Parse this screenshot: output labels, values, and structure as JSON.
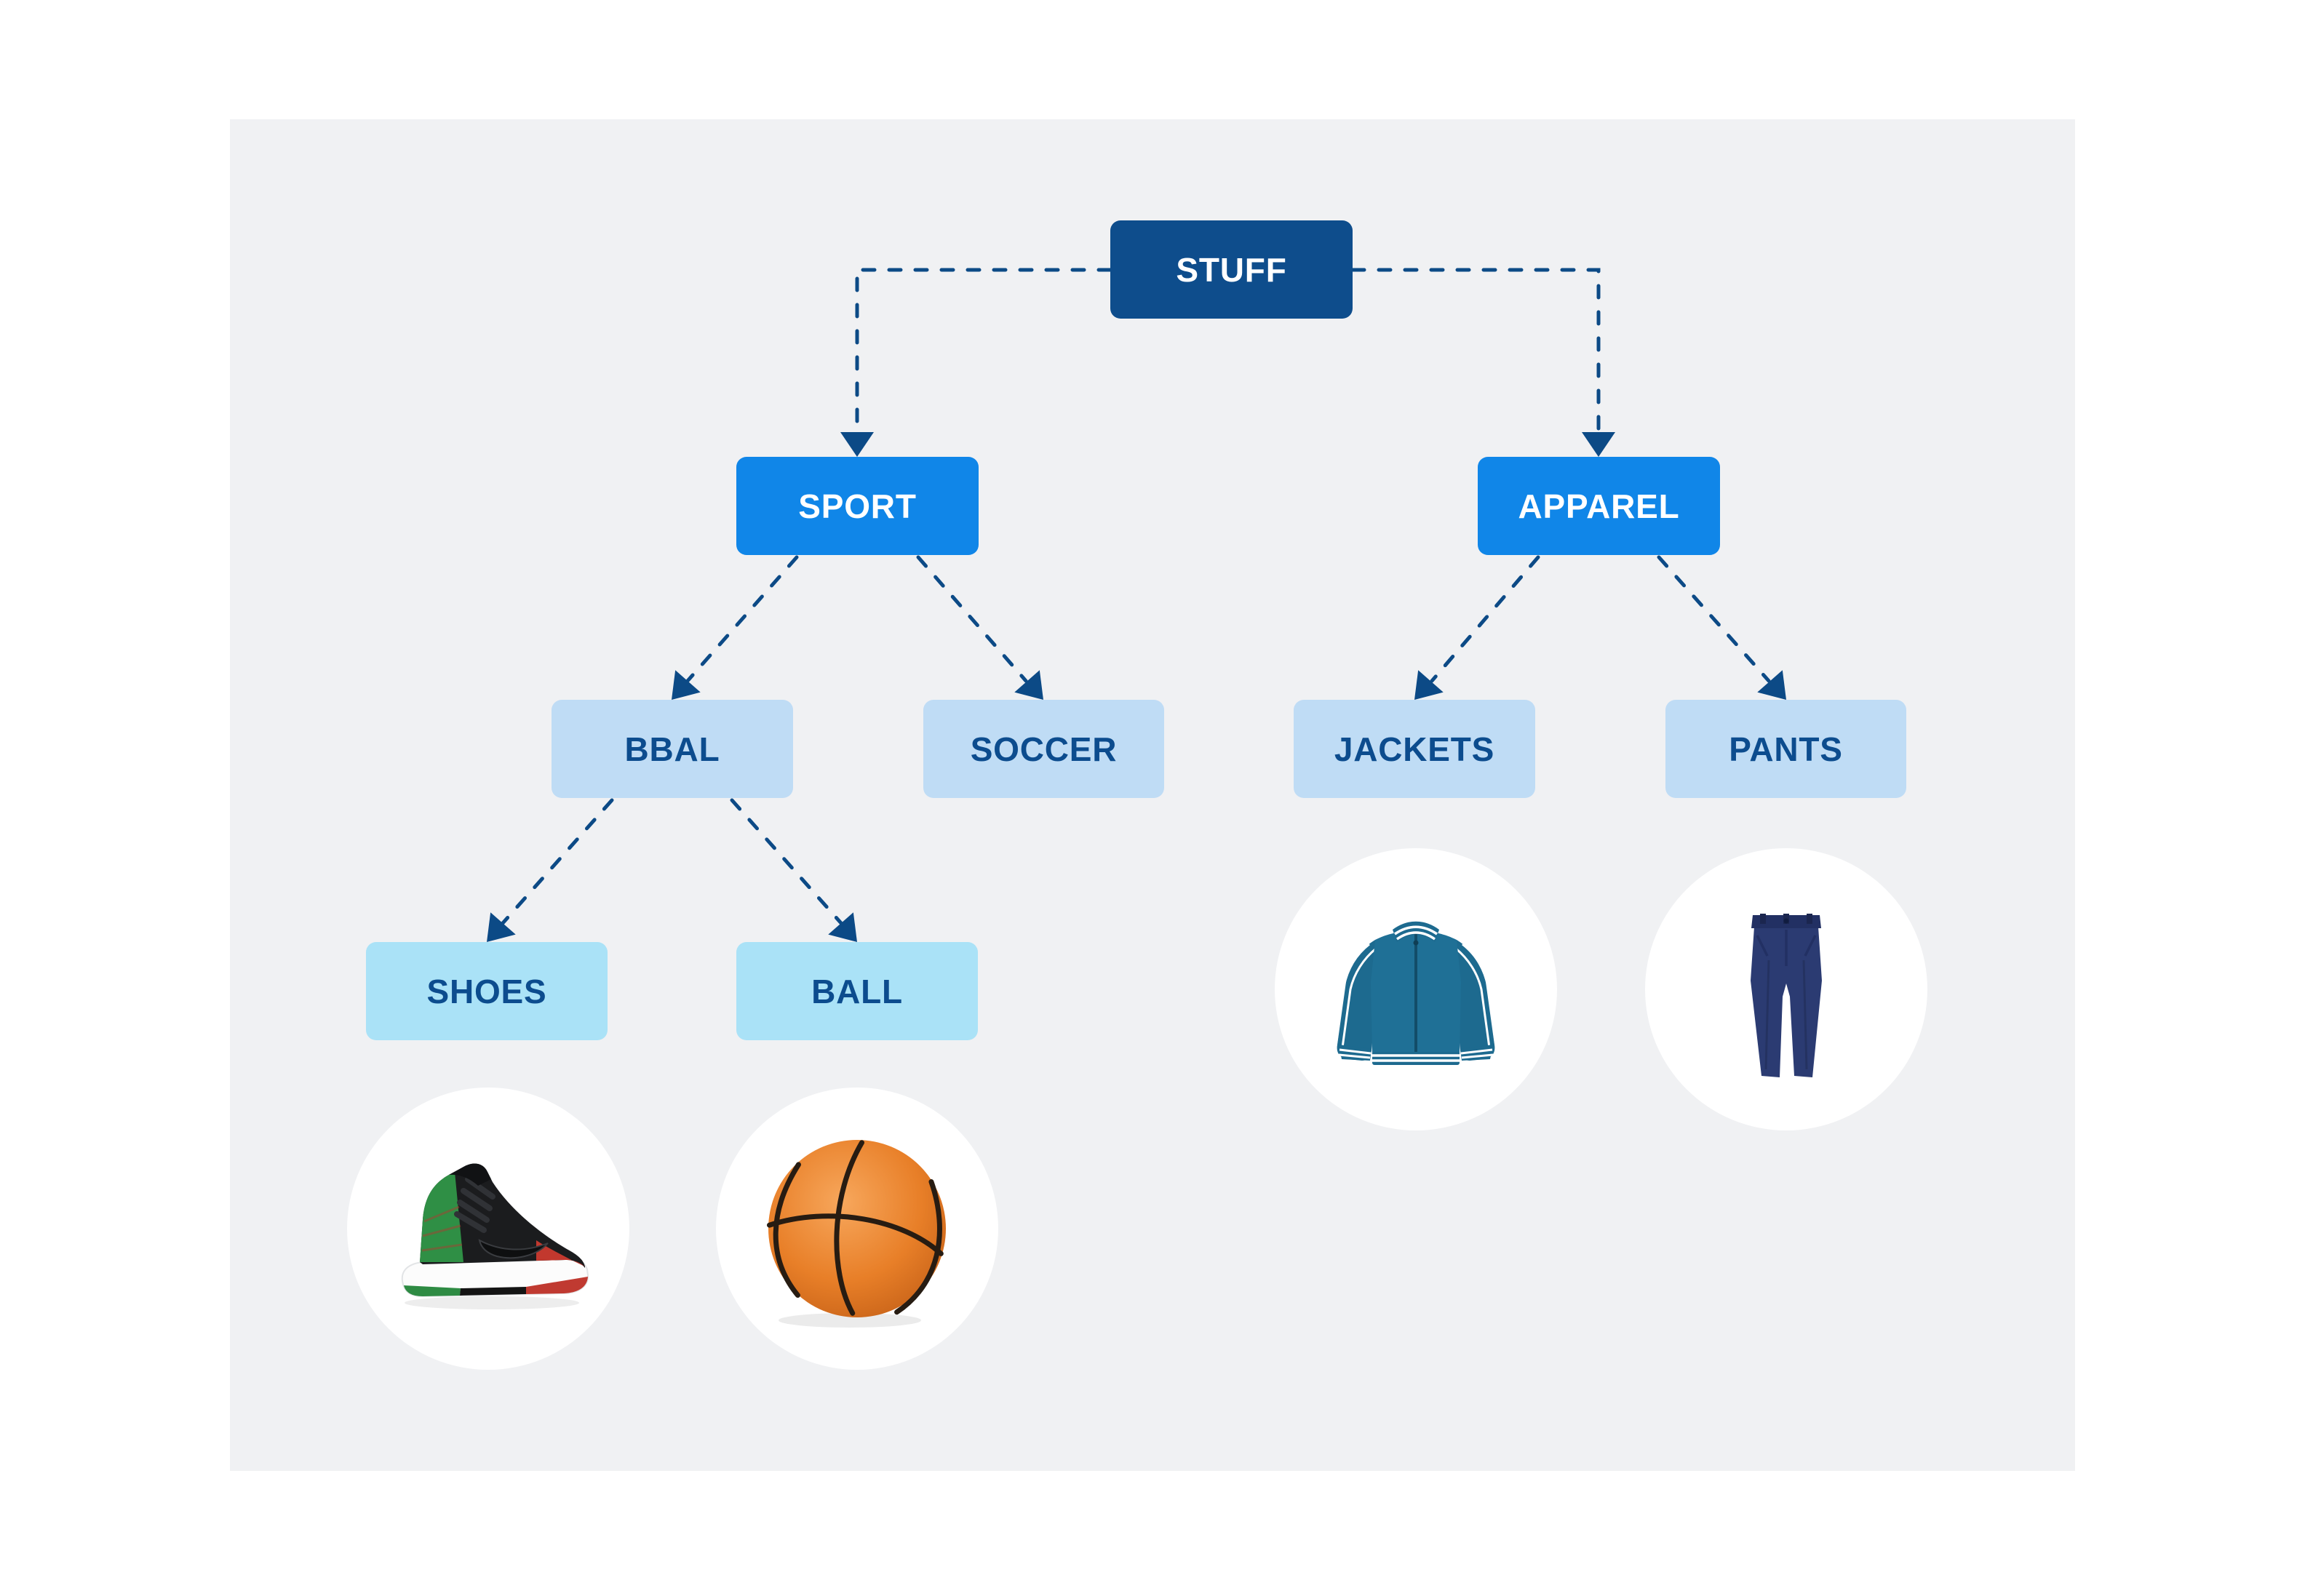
{
  "title": "Product category tree diagram",
  "colors": {
    "page_bg": "#ffffff",
    "panel_bg": "#f0f1f3",
    "root_fill": "#0e4d8c",
    "branch_fill": "#1086e8",
    "leaf_fill": "#bfdcf5",
    "subleaf_fill": "#aae2f7",
    "connector": "#0c4a86",
    "text_dark": "#0c4c8e",
    "text_light": "#ffffff",
    "circle_bg": "#ffffff"
  },
  "nodes": {
    "stuff": {
      "label": "STUFF",
      "level": "root"
    },
    "sport": {
      "label": "SPORT",
      "level": "branch"
    },
    "apparel": {
      "label": "APPAREL",
      "level": "branch"
    },
    "bbal": {
      "label": "BBAL",
      "level": "leaf"
    },
    "soccer": {
      "label": "SOCCER",
      "level": "leaf"
    },
    "jackets": {
      "label": "JACKETS",
      "level": "leaf"
    },
    "pants": {
      "label": "PANTS",
      "level": "leaf"
    },
    "shoes": {
      "label": "SHOES",
      "level": "subleaf"
    },
    "ball": {
      "label": "BALL",
      "level": "subleaf"
    }
  },
  "edges": [
    {
      "from": "stuff",
      "to": "sport"
    },
    {
      "from": "stuff",
      "to": "apparel"
    },
    {
      "from": "sport",
      "to": "bbal"
    },
    {
      "from": "sport",
      "to": "soccer"
    },
    {
      "from": "apparel",
      "to": "jackets"
    },
    {
      "from": "apparel",
      "to": "pants"
    },
    {
      "from": "bbal",
      "to": "shoes"
    },
    {
      "from": "bbal",
      "to": "ball"
    }
  ],
  "media": {
    "shoes": "sneaker-photo",
    "ball": "basketball-photo",
    "jackets": "jacket-photo",
    "pants": "pants-photo"
  }
}
